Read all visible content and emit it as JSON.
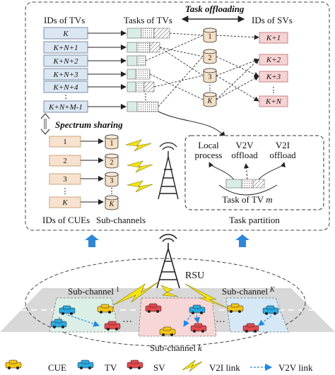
{
  "colors": {
    "tv_box": "#dbe6f3",
    "tv_border": "#7f8fa6",
    "sv_box": "#f6d2d2",
    "sv_border": "#c98585",
    "cue_box": "#f7e2cf",
    "cue_border": "#c9a47e",
    "task_fill": "#d9ede6",
    "channel_fill": "#f5dfc5",
    "arrow_blue": "#2f86d6",
    "lightning": "#f3e316",
    "cue_car": "#f5c518",
    "tv_car": "#2aa9e0",
    "sv_car": "#e2484d",
    "v2v_link": "#1e88e5",
    "road": "#d8d8d8",
    "zone_green": "#dcefe6",
    "zone_red": "#f6d6d6",
    "zone_blue": "#d6e8f6"
  },
  "top": {
    "ids_tvs_title": "IDs of TVs",
    "tasks_tvs_title": "Tasks of TVs",
    "offloading_title": "Task offloading",
    "ids_svs_title": "IDs of SVs",
    "tv_ids": [
      "K",
      "K+N+1",
      "K+N+2",
      "K+N+3",
      "K+N+4",
      "⋮",
      "K+N+M-1"
    ],
    "server_ids": [
      "1",
      "2",
      "3",
      "⋮",
      "K"
    ],
    "sv_ids": [
      "K+1",
      "K+2",
      "K+3",
      "⋮",
      "K+N"
    ],
    "spectrum_title": "Spectrum sharing",
    "cue_ids": [
      "1",
      "2",
      "3",
      "⋮",
      "K"
    ],
    "channel_ids": [
      "1",
      "2",
      "3",
      "⋮",
      "K"
    ],
    "ids_cues_label": "IDs of CUEs",
    "subchannels_label": "Sub-channels",
    "partition": {
      "local_line1": "Local",
      "local_line2": "process",
      "v2v_line1": "V2V",
      "v2v_line2": "offload",
      "v2i_line1": "V2I",
      "v2i_line2": "offload",
      "task_of": "Task of TV",
      "task_var": "m",
      "caption": "Task partition"
    }
  },
  "bottom": {
    "rsu_label": "RSU",
    "subchannel_1": "Sub-channel",
    "subchannel_1_idx": "1",
    "subchannel_k_right": "Sub-channel",
    "subchannel_k_right_idx": "K",
    "subchannel_k_bottom": "Sub-channel",
    "subchannel_k_bottom_idx": "k",
    "ellipsis": "…"
  },
  "legend": {
    "cue": "CUE",
    "tv": "TV",
    "sv": "SV",
    "v2i": "V2I link",
    "v2v": "V2V link"
  }
}
